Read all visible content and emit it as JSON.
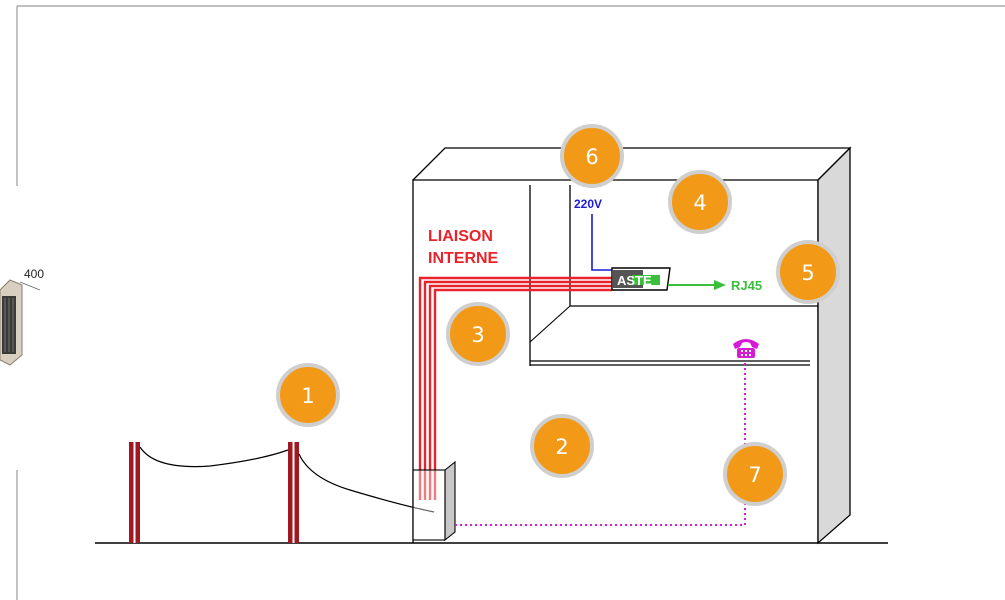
{
  "labels": {
    "liaison_line1": "LIAISON",
    "liaison_line2": "INTERNE",
    "voltage": "220V",
    "device": "ASTE",
    "rj45": "RJ45",
    "dimension": "400"
  },
  "badges": [
    "1",
    "2",
    "3",
    "4",
    "5",
    "6",
    "7"
  ],
  "colors": {
    "badge_fill": "#f29a17",
    "badge_ring": "#cfcfcf",
    "internal_link": "#e8232a",
    "power": "#1c1cd4",
    "rj45": "#3bbf3b",
    "phone": "#d61bd6",
    "pole": "#a01822",
    "frame": "#9a9a9a"
  },
  "icons": {
    "phone": "telephone-icon",
    "cabinet": "network-rack-icon"
  }
}
